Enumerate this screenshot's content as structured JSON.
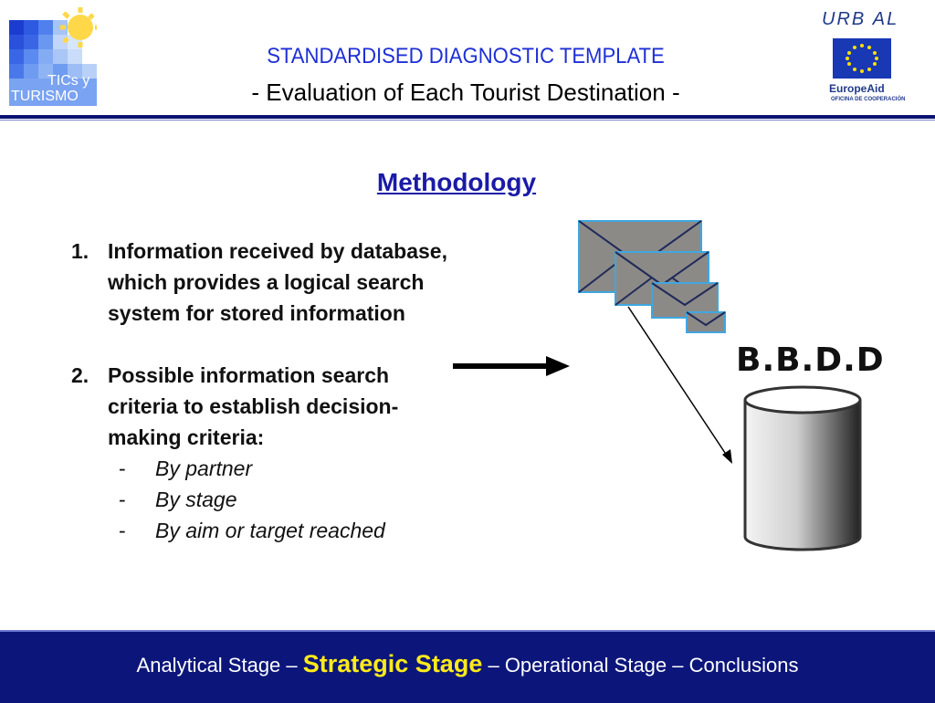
{
  "header": {
    "title": "STANDARDISED DIAGNOSTIC TEMPLATE",
    "subtitle": "- Evaluation of Each Tourist Destination -",
    "logo_left_line1": "TICs y",
    "logo_left_line2": "TURISMO",
    "logo_right_name": "URB AL",
    "logo_right_agency": "EuropeAid",
    "logo_right_office": "OFICINA DE COOPERACIÓN"
  },
  "main": {
    "heading": "Methodology",
    "items": [
      {
        "num": "1.",
        "text": "Information received by database, which provides a logical search system for stored information"
      },
      {
        "num": "2.",
        "text": "Possible information search criteria to establish decision-making criteria:"
      }
    ],
    "subitems": [
      "By partner",
      "By stage",
      "By aim or target reached"
    ],
    "diagram_label": "B.B.D.D"
  },
  "footer": {
    "stage1": "Analytical Stage",
    "sep1": " – ",
    "stage2": "Strategic Stage",
    "sep2": " – ",
    "stage3": "Operational Stage",
    "sep3": " – ",
    "stage4": "Conclusions"
  },
  "colors": {
    "title_blue": "#1e2fd6",
    "footer_bg": "#0c167a",
    "highlight": "#ffeb1a"
  }
}
